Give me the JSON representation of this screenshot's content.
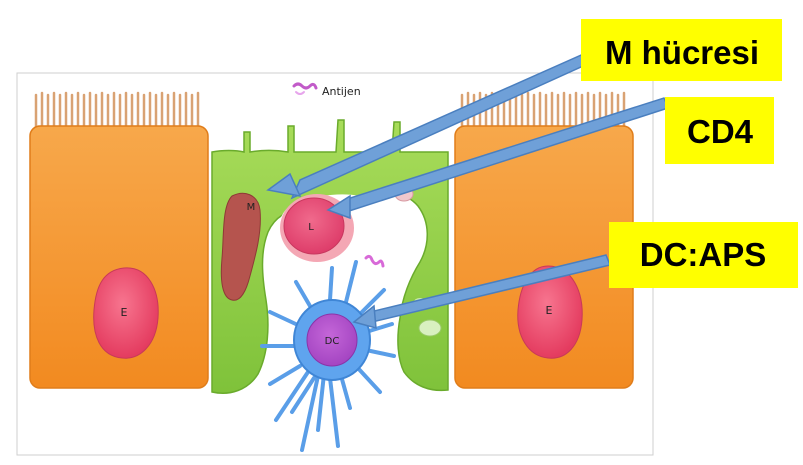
{
  "diagram": {
    "antigen_label": "Antijen",
    "cells": {
      "left_nucleus": "E",
      "right_nucleus": "E",
      "m_cell": "M",
      "lymphocyte": "L",
      "dendritic": "DC"
    },
    "callouts": {
      "m_cell": "M hücresi",
      "cd4": "CD4",
      "dc_aps": "DC:APS"
    },
    "colors": {
      "callout_bg": "#ffff00",
      "arrow": "#6fa0d8",
      "epithelial": "#f59a33",
      "m_cell_body": "#8dcf3e",
      "nucleus": "#ee4d6f",
      "dendritic": "#5a9ee8"
    }
  }
}
